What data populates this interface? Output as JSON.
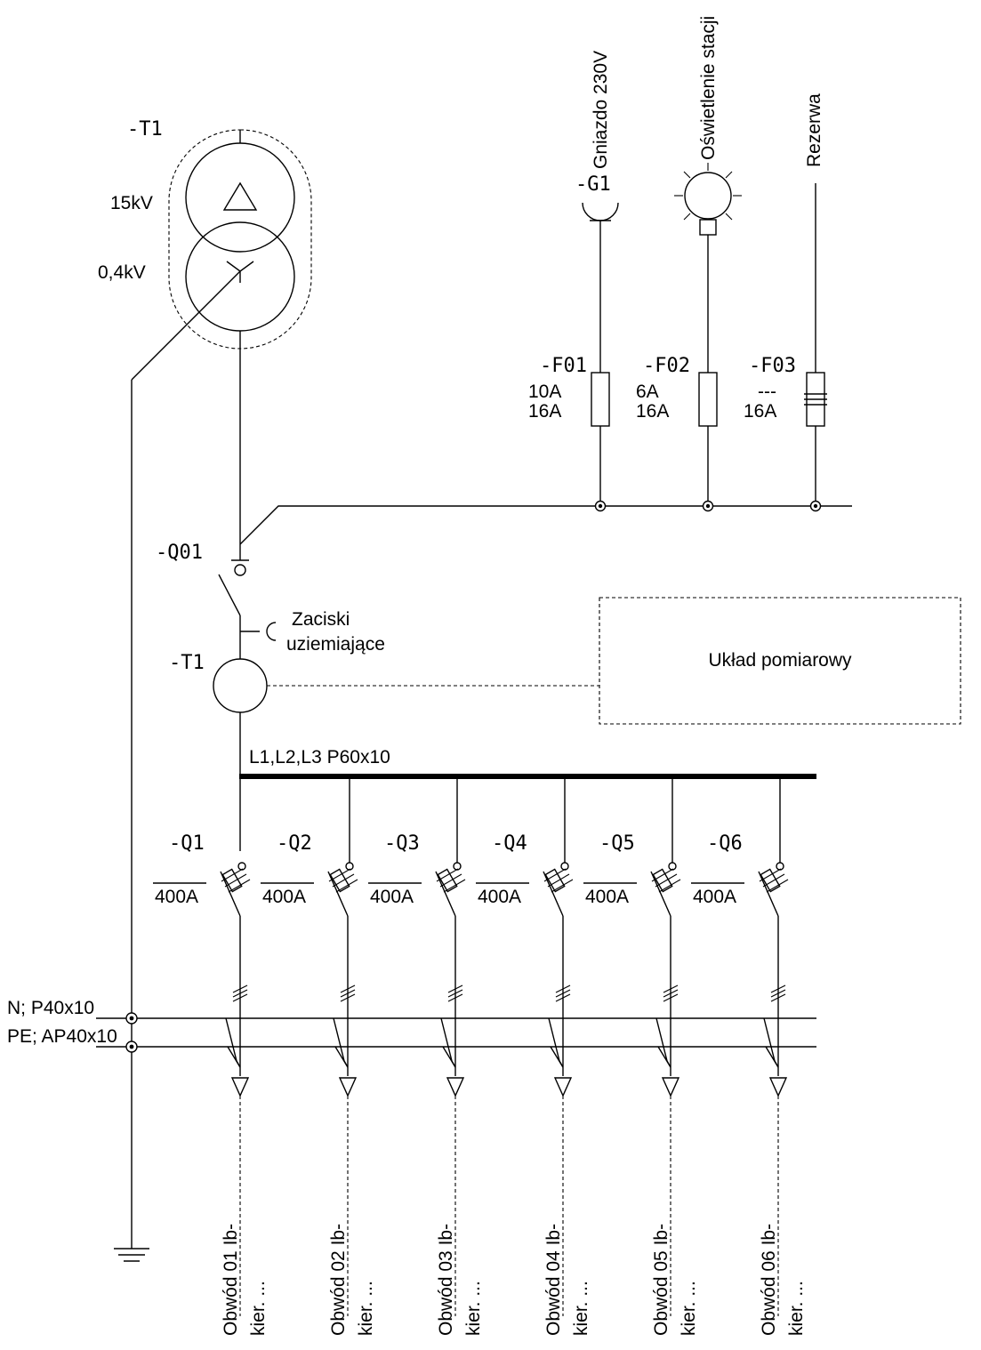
{
  "transformer": {
    "tag": "-T1",
    "hv": "15kV",
    "lv": "0,4kV"
  },
  "aux": {
    "socket": {
      "tag": "-G1",
      "name": "Gniazdo 230V"
    },
    "lighting": {
      "name": "Oświetlenie stacji"
    },
    "reserve": {
      "name": "Rezerwa"
    },
    "fuses": [
      {
        "tag": "-F01",
        "r1": "10A",
        "r2": "16A"
      },
      {
        "tag": "-F02",
        "r1": "6A",
        "r2": "16A"
      },
      {
        "tag": "-F03",
        "r1": "---",
        "r2": "16A"
      }
    ]
  },
  "main_switch": {
    "tag": "-Q01"
  },
  "earthing": {
    "line1": "Zaciski",
    "line2": "uziemiające"
  },
  "ct": {
    "tag": "-T1"
  },
  "measuring": {
    "label": "Układ pomiarowy"
  },
  "busbar": {
    "label": "L1,L2,L3 P60x10"
  },
  "n_bus": "N; P40x10",
  "pe_bus": "PE; AP40x10",
  "outgoing": [
    {
      "tag": "-Q1",
      "rating": "400A",
      "line1": "Obwód 01 Ib-",
      "line2": "kier. ..."
    },
    {
      "tag": "-Q2",
      "rating": "400A",
      "line1": "Obwód 02 Ib-",
      "line2": "kier. ..."
    },
    {
      "tag": "-Q3",
      "rating": "400A",
      "line1": "Obwód 03 Ib-",
      "line2": "kier. ..."
    },
    {
      "tag": "-Q4",
      "rating": "400A",
      "line1": "Obwód 04 Ib-",
      "line2": "kier. ..."
    },
    {
      "tag": "-Q5",
      "rating": "400A",
      "line1": "Obwód 05 Ib-",
      "line2": "kier. ..."
    },
    {
      "tag": "-Q6",
      "rating": "400A",
      "line1": "Obwód 06 Ib-",
      "line2": "kier. ..."
    }
  ]
}
